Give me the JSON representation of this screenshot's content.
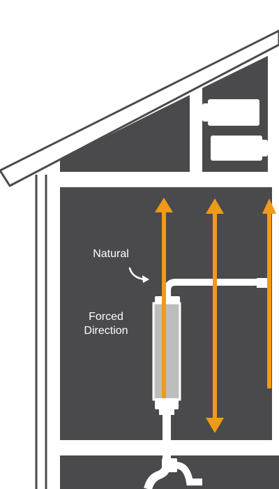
{
  "labels": {
    "natural": "Natural",
    "forced_line1": "Forced",
    "forced_line2": "Direction"
  },
  "colors": {
    "background": "#ffffff",
    "room_fill": "#4a4a4c",
    "wall_outline": "#ffffff",
    "arrow": "#f09a1a",
    "duct": "#ffffff",
    "cylinder": "#bdbdbd",
    "text": "#ffffff"
  },
  "icons": {
    "natural_pointer": "curved-arrow-icon",
    "airflow": "double-headed-arrow-icon"
  }
}
